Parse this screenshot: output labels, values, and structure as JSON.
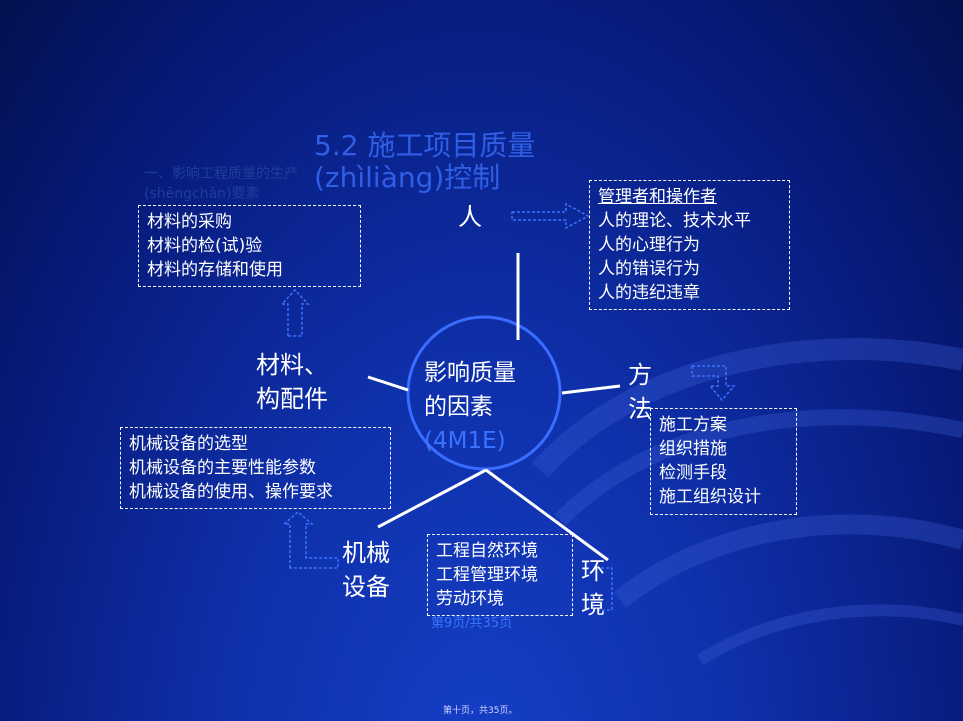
{
  "title": {
    "line1": "5.2  施工项目质量",
    "line2": "(zhìliàng)控制"
  },
  "subtitle": {
    "line1": "一、影响工程质量的生产",
    "line2": "(shēngchǎn)要素"
  },
  "nodes": {
    "person": "人",
    "center_line1": "影响质量",
    "center_line2": "的因素",
    "center_code": "(4M1E)",
    "material_line1": "材料、",
    "material_line2": "构配件",
    "method_line1": "方",
    "method_line2": "法",
    "machine_line1": "机械",
    "machine_line2": "设备",
    "env_line1": "环",
    "env_line2": "境"
  },
  "boxes": {
    "material": [
      "材料的采购",
      "材料的检(试)验",
      "材料的存储和使用"
    ],
    "person": {
      "header": "管理者和操作者",
      "items": [
        "人的理论、技术水平",
        "人的心理行为",
        "人的错误行为",
        "人的违纪违章"
      ]
    },
    "machine": [
      "机械设备的选型",
      "机械设备的主要性能参数",
      "机械设备的使用、操作要求"
    ],
    "method": [
      "施工方案",
      "组织措施",
      "检测手段",
      "施工组织设计"
    ],
    "environment": [
      "工程自然环境",
      "工程管理环境",
      "劳动环境"
    ]
  },
  "page_label": "第9页/共35页",
  "footer": "第十页，共35页。",
  "colors": {
    "background_dark": "#03104f",
    "background_light": "#1640c8",
    "accent_blue": "#2f5fe6",
    "circle_stroke": "#3a6cff"
  }
}
